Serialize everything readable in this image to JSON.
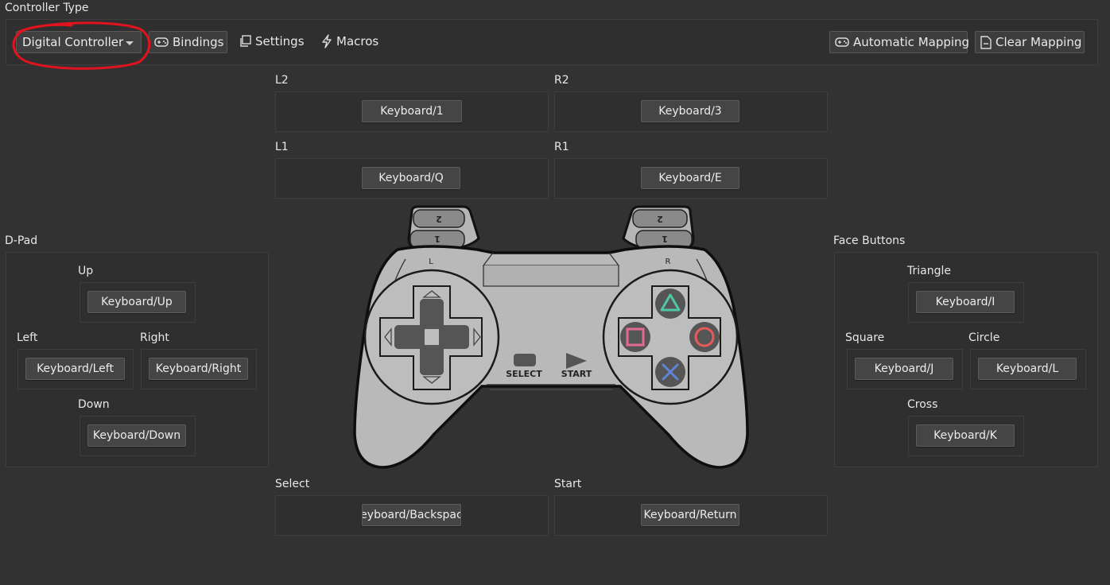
{
  "controller_type": {
    "title": "Controller Type",
    "selected": "Digital Controller"
  },
  "toolbar": {
    "bindings_label": "Bindings",
    "settings_label": "Settings",
    "macros_label": "Macros",
    "automatic_mapping_label": "Automatic Mapping",
    "clear_mapping_label": "Clear Mapping"
  },
  "shoulders": {
    "l2": {
      "label": "L2",
      "binding": "Keyboard/1"
    },
    "r2": {
      "label": "R2",
      "binding": "Keyboard/3"
    },
    "l1": {
      "label": "L1",
      "binding": "Keyboard/Q"
    },
    "r1": {
      "label": "R1",
      "binding": "Keyboard/E"
    }
  },
  "dpad": {
    "title": "D-Pad",
    "up": {
      "label": "Up",
      "binding": "Keyboard/Up"
    },
    "left": {
      "label": "Left",
      "binding": "Keyboard/Left"
    },
    "right": {
      "label": "Right",
      "binding": "Keyboard/Right"
    },
    "down": {
      "label": "Down",
      "binding": "Keyboard/Down"
    }
  },
  "face": {
    "title": "Face Buttons",
    "triangle": {
      "label": "Triangle",
      "binding": "Keyboard/I"
    },
    "square": {
      "label": "Square",
      "binding": "Keyboard/J"
    },
    "circle": {
      "label": "Circle",
      "binding": "Keyboard/L"
    },
    "cross": {
      "label": "Cross",
      "binding": "Keyboard/K"
    }
  },
  "center": {
    "select": {
      "label": "Select",
      "binding": "Keyboard/Backspace"
    },
    "start": {
      "label": "Start",
      "binding": "Keyboard/Return"
    }
  },
  "controller_image": {
    "select_text": "SELECT",
    "start_text": "START",
    "l_text": "L",
    "r_text": "R",
    "trigger_1": "1",
    "trigger_2": "2"
  },
  "colors": {
    "background": "#323232",
    "button": "#454545",
    "annotation": "#e0141e",
    "triangle": "#4fc6a4",
    "circle": "#e85a5a",
    "cross": "#5f86d6",
    "square": "#e46a93"
  }
}
